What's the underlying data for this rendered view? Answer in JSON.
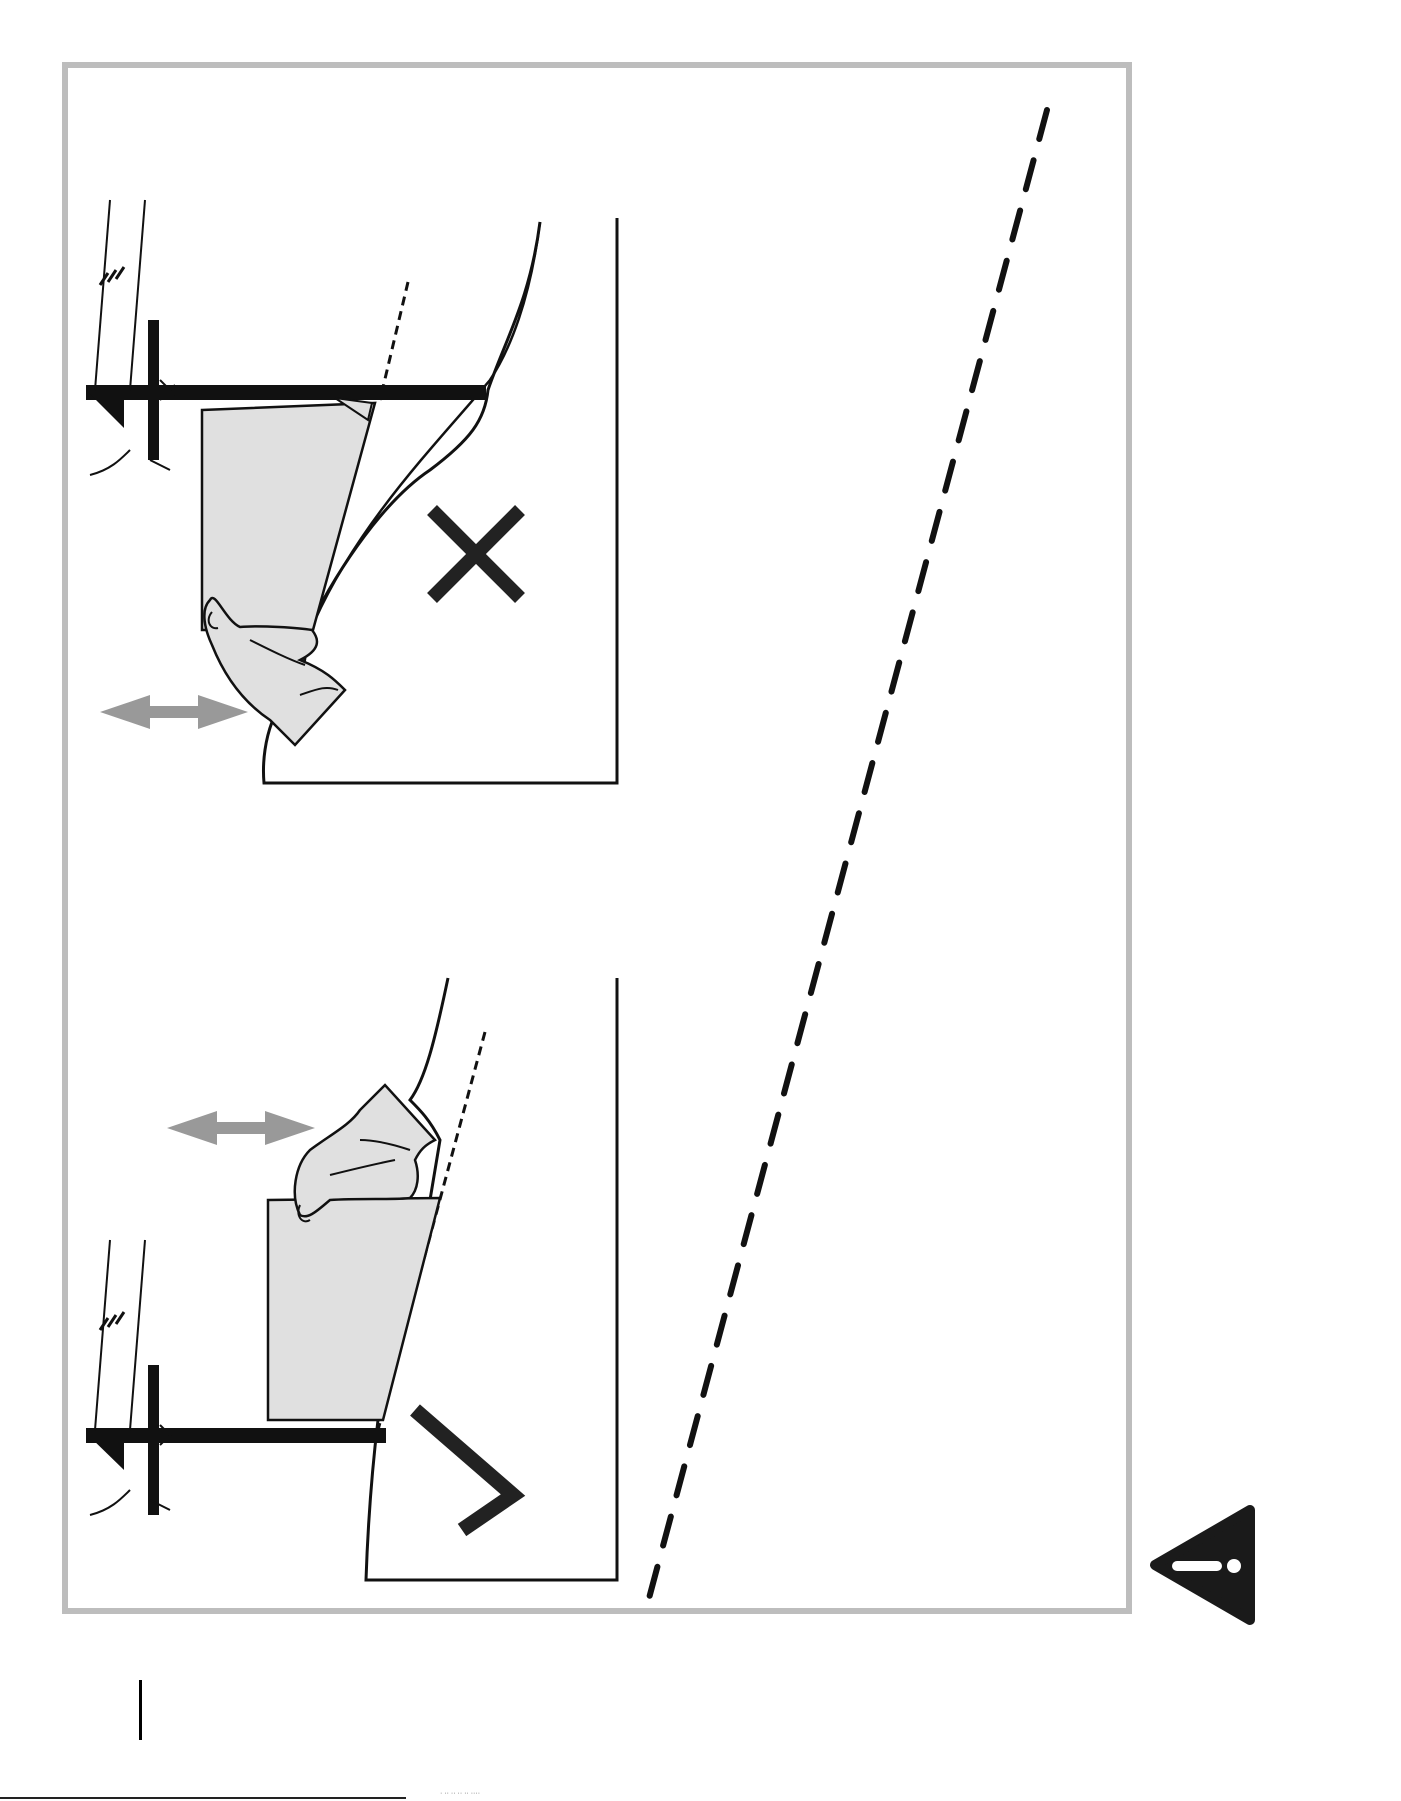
{
  "figure": {
    "panels": [
      {
        "name": "incorrect-cutting",
        "verdict": "wrong"
      },
      {
        "name": "correct-cutting",
        "verdict": "right"
      }
    ],
    "colors": {
      "frame": "#bdbdbd",
      "paper": "#e0e0e0",
      "arrow": "#999999",
      "ink": "#111111",
      "warning": "#1a1a1a"
    },
    "icons": [
      "cross-icon",
      "check-icon",
      "warning-icon",
      "double-arrow-icon"
    ]
  },
  "footer": {
    "text": "· ·· ·· ·· ·· ····"
  }
}
